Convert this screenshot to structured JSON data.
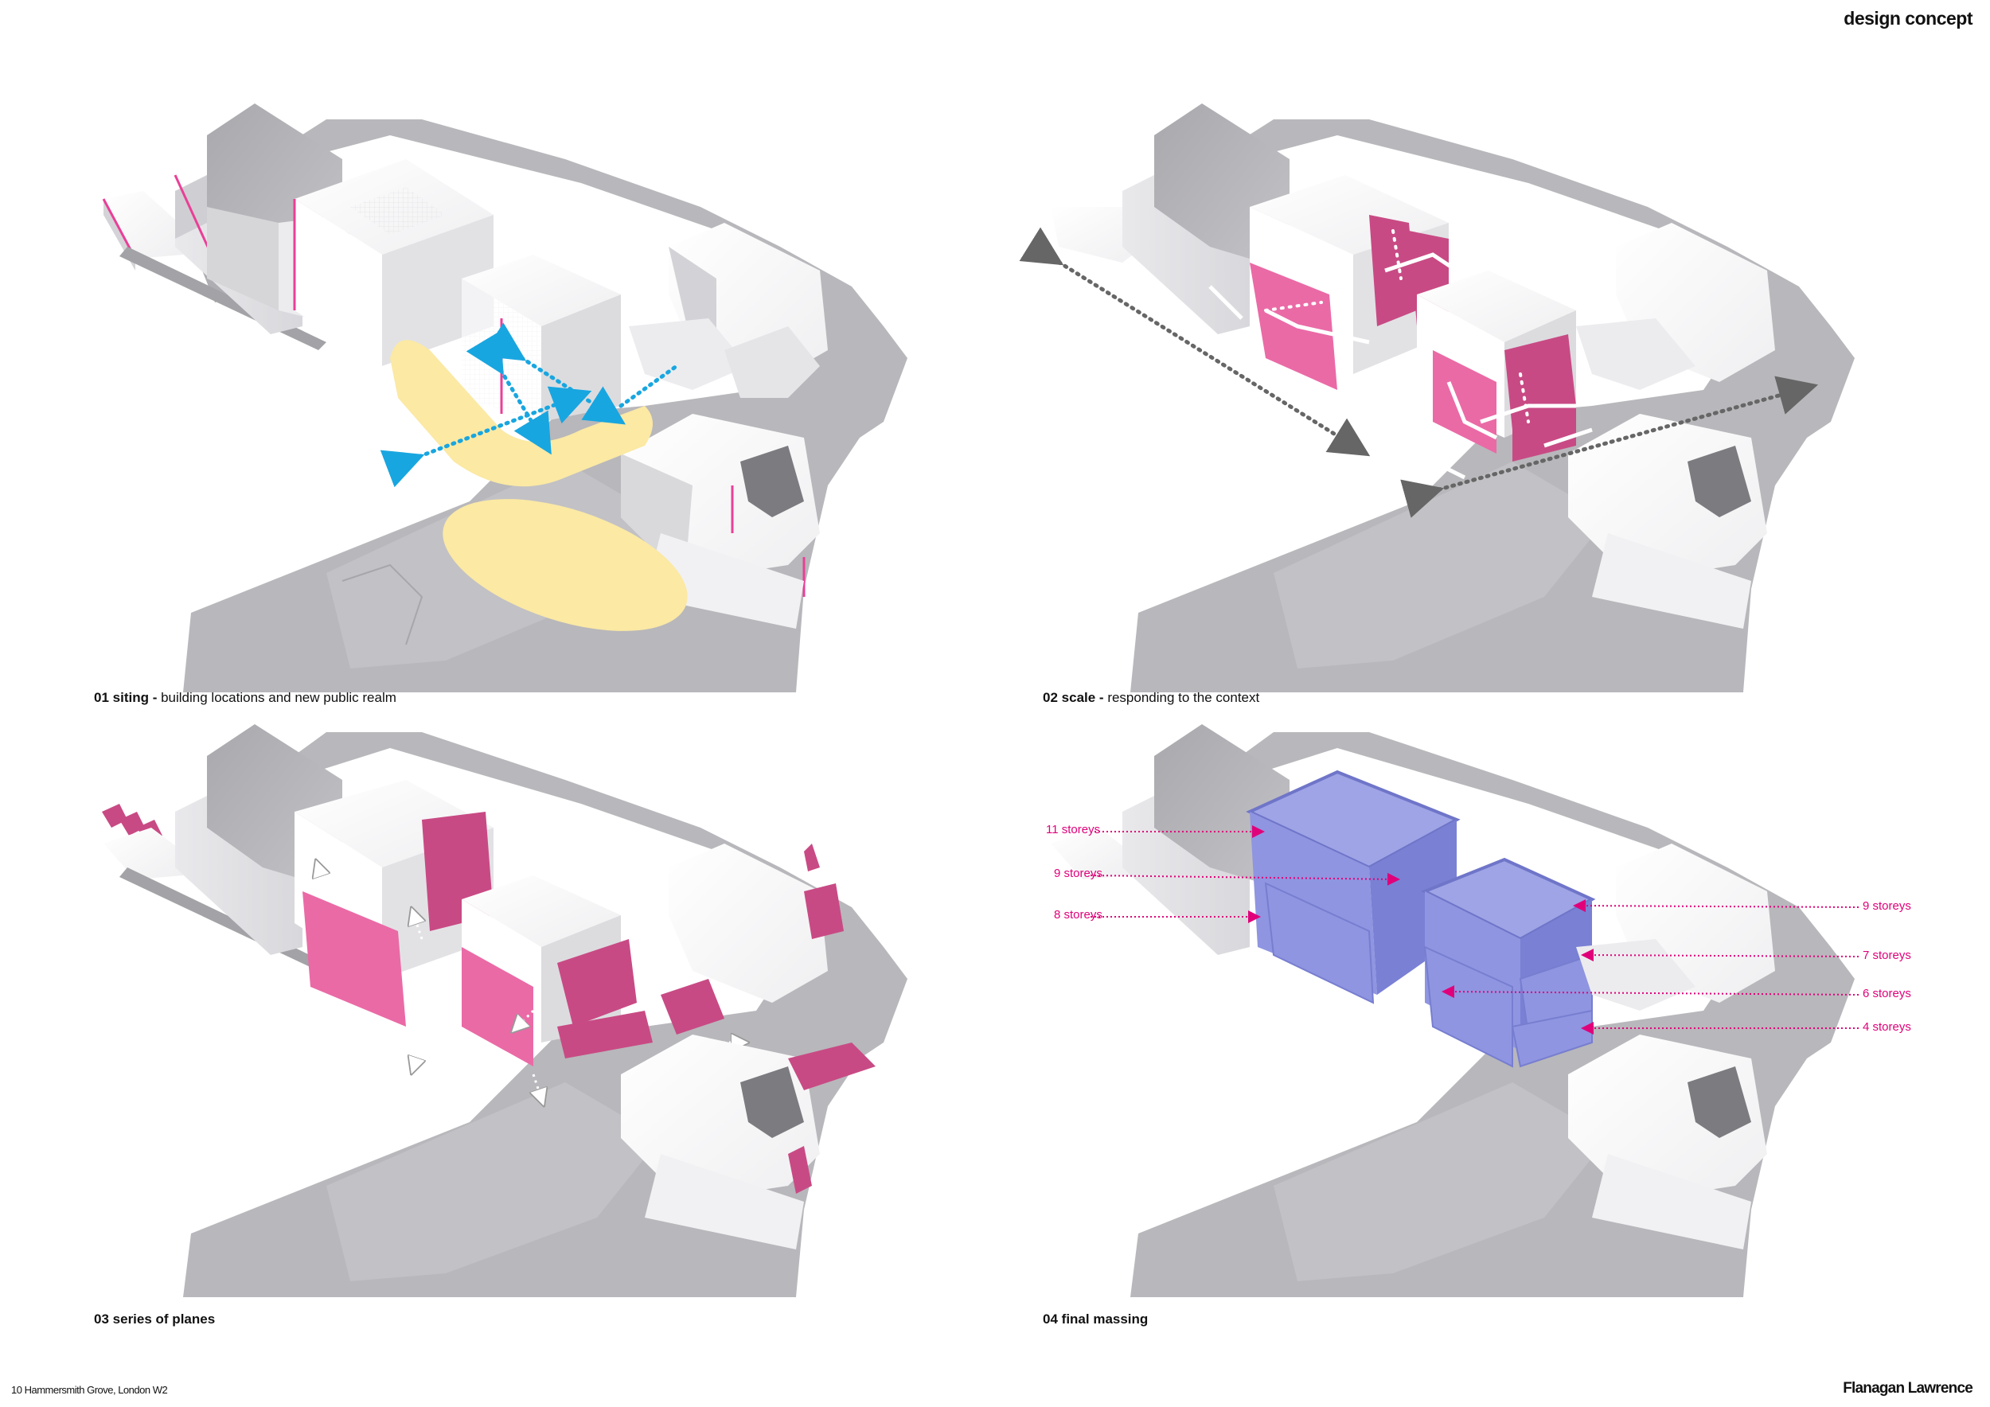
{
  "page_title": "design concept",
  "panels": [
    {
      "number": "01",
      "title": "siting -",
      "subtitle": " building locations and new public realm"
    },
    {
      "number": "02",
      "title": "scale -",
      "subtitle": " responding to the context"
    },
    {
      "number": "03",
      "title": "series of planes",
      "subtitle": ""
    },
    {
      "number": "04",
      "title": "final massing",
      "subtitle": ""
    }
  ],
  "storey_labels": {
    "left": [
      "11 storeys",
      "9 storeys",
      "8 storeys"
    ],
    "right": [
      "9 storeys",
      "7 storeys",
      "6 storeys",
      "4 storeys"
    ]
  },
  "footer": {
    "address": "10 Hammersmith Grove, London W2",
    "firm": "Flanagan Lawrence"
  },
  "colors": {
    "pink": "#ea6aa6",
    "dark_pink": "#c84a84",
    "blue": "#8f95e0",
    "yellow": "#fbe9a4",
    "cyan_arrow": "#18a6e0",
    "grey_arrow": "#666666",
    "ground": "#b8b7bb",
    "label_magenta": "#e0007a"
  }
}
